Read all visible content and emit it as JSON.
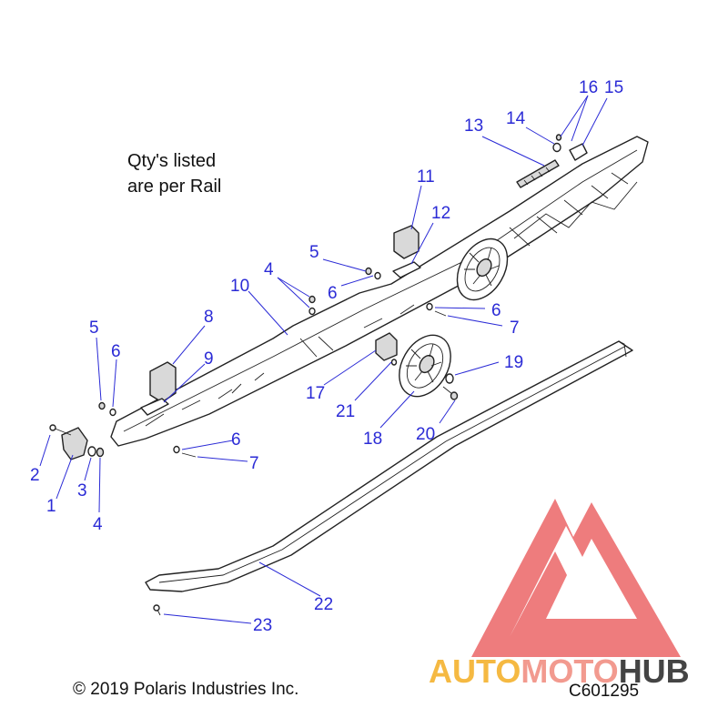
{
  "note": {
    "line1": "Qty's listed",
    "line2": "are per Rail"
  },
  "footer": {
    "copyright": "© 2019 Polaris Industries Inc.",
    "diagram_code": "C601295"
  },
  "watermark": {
    "brand_auto": "AUTO",
    "brand_moto": "MOTO",
    "brand_hub": "HUB",
    "color_triangle": "#e8494b",
    "color_auto": "#f5b942",
    "color_moto": "#f29a8f",
    "color_hub": "#444444"
  },
  "callouts": {
    "c1": "1",
    "c2": "2",
    "c3": "3",
    "c4a": "4",
    "c4b": "4",
    "c5a": "5",
    "c5b": "5",
    "c6a": "6",
    "c6b": "6",
    "c6c": "6",
    "c6d": "6",
    "c7a": "7",
    "c7b": "7",
    "c8": "8",
    "c9": "9",
    "c10": "10",
    "c11": "11",
    "c12": "12",
    "c13": "13",
    "c14": "14",
    "c15": "15",
    "c16": "16",
    "c17": "17",
    "c18": "18",
    "c19": "19",
    "c20": "20",
    "c21": "21",
    "c22": "22",
    "c23": "23"
  },
  "colors": {
    "callout": "#2b2bd6",
    "line": "#222222"
  }
}
